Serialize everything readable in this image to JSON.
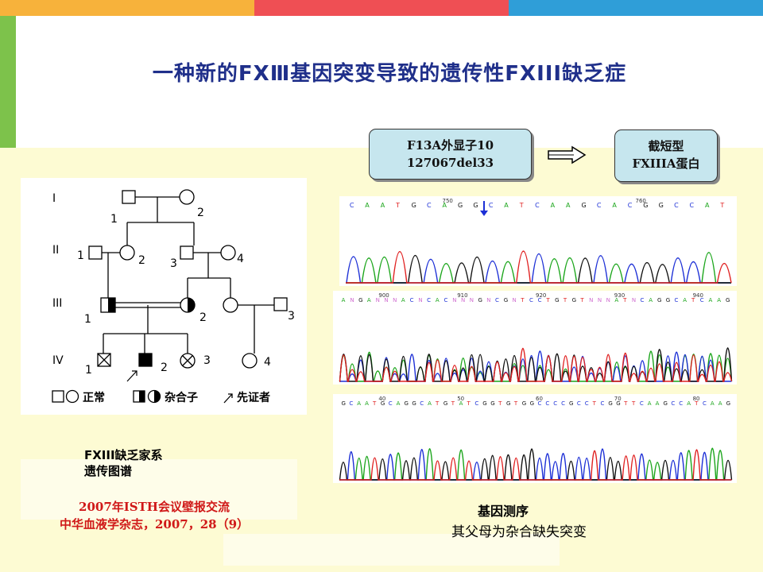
{
  "title": "一种新的FⅩⅢ基因突变导致的遗传性FXIII缺乏症",
  "mutation_box": {
    "line1": "F13A外显子10",
    "line2": "127067del33"
  },
  "result_box": {
    "line1": "截短型",
    "line2": "FXIIIA蛋白"
  },
  "pedigree": {
    "generations": [
      "I",
      "II",
      "III",
      "IV"
    ],
    "individual_numbers": {
      "I": [
        "1",
        "2"
      ],
      "II": [
        "1",
        "2",
        "3",
        "4"
      ],
      "III": [
        "1",
        "2",
        "3"
      ],
      "IV": [
        "1",
        "2",
        "3",
        "4"
      ]
    },
    "legend": {
      "normal": "正常",
      "carrier": "杂合子",
      "proband": "先证者"
    },
    "caption_line1": "FXIII缺乏家系",
    "caption_line2": "遗传图谱"
  },
  "reference": {
    "line1": "2007年ISTH会议壁报交流",
    "line2": "中华血液学杂志，2007，28（9）"
  },
  "sequencing": {
    "label": "基因测序",
    "subtitle": "其父母为杂合缺失突变",
    "trace1": {
      "bases": "CAATGCAGGCATCAAGCACGGCCAT",
      "positions": [
        "750",
        "760"
      ]
    },
    "trace2": {
      "bases": "ANGANNNACNCACNNNGNCGNTCCTGTGTNNNATNCAGGCATCAAG",
      "positions": [
        "900",
        "910",
        "920",
        "930",
        "940"
      ]
    },
    "trace3": {
      "bases": "GCAATGCAGGCATGTATCGGTGTGGCCCCGCCTCGGTTCAAGCCATCAAG",
      "positions": [
        "40",
        "50",
        "60",
        "70",
        "80"
      ]
    }
  },
  "colors": {
    "title": "#1f2f8a",
    "reference": "#d01818",
    "box_fill": "#c6e6ee",
    "green_strip": "#7dc24b",
    "bar_orange": "#f7b23b",
    "bar_red": "#ef4f54",
    "bar_blue": "#2f9ed8"
  }
}
